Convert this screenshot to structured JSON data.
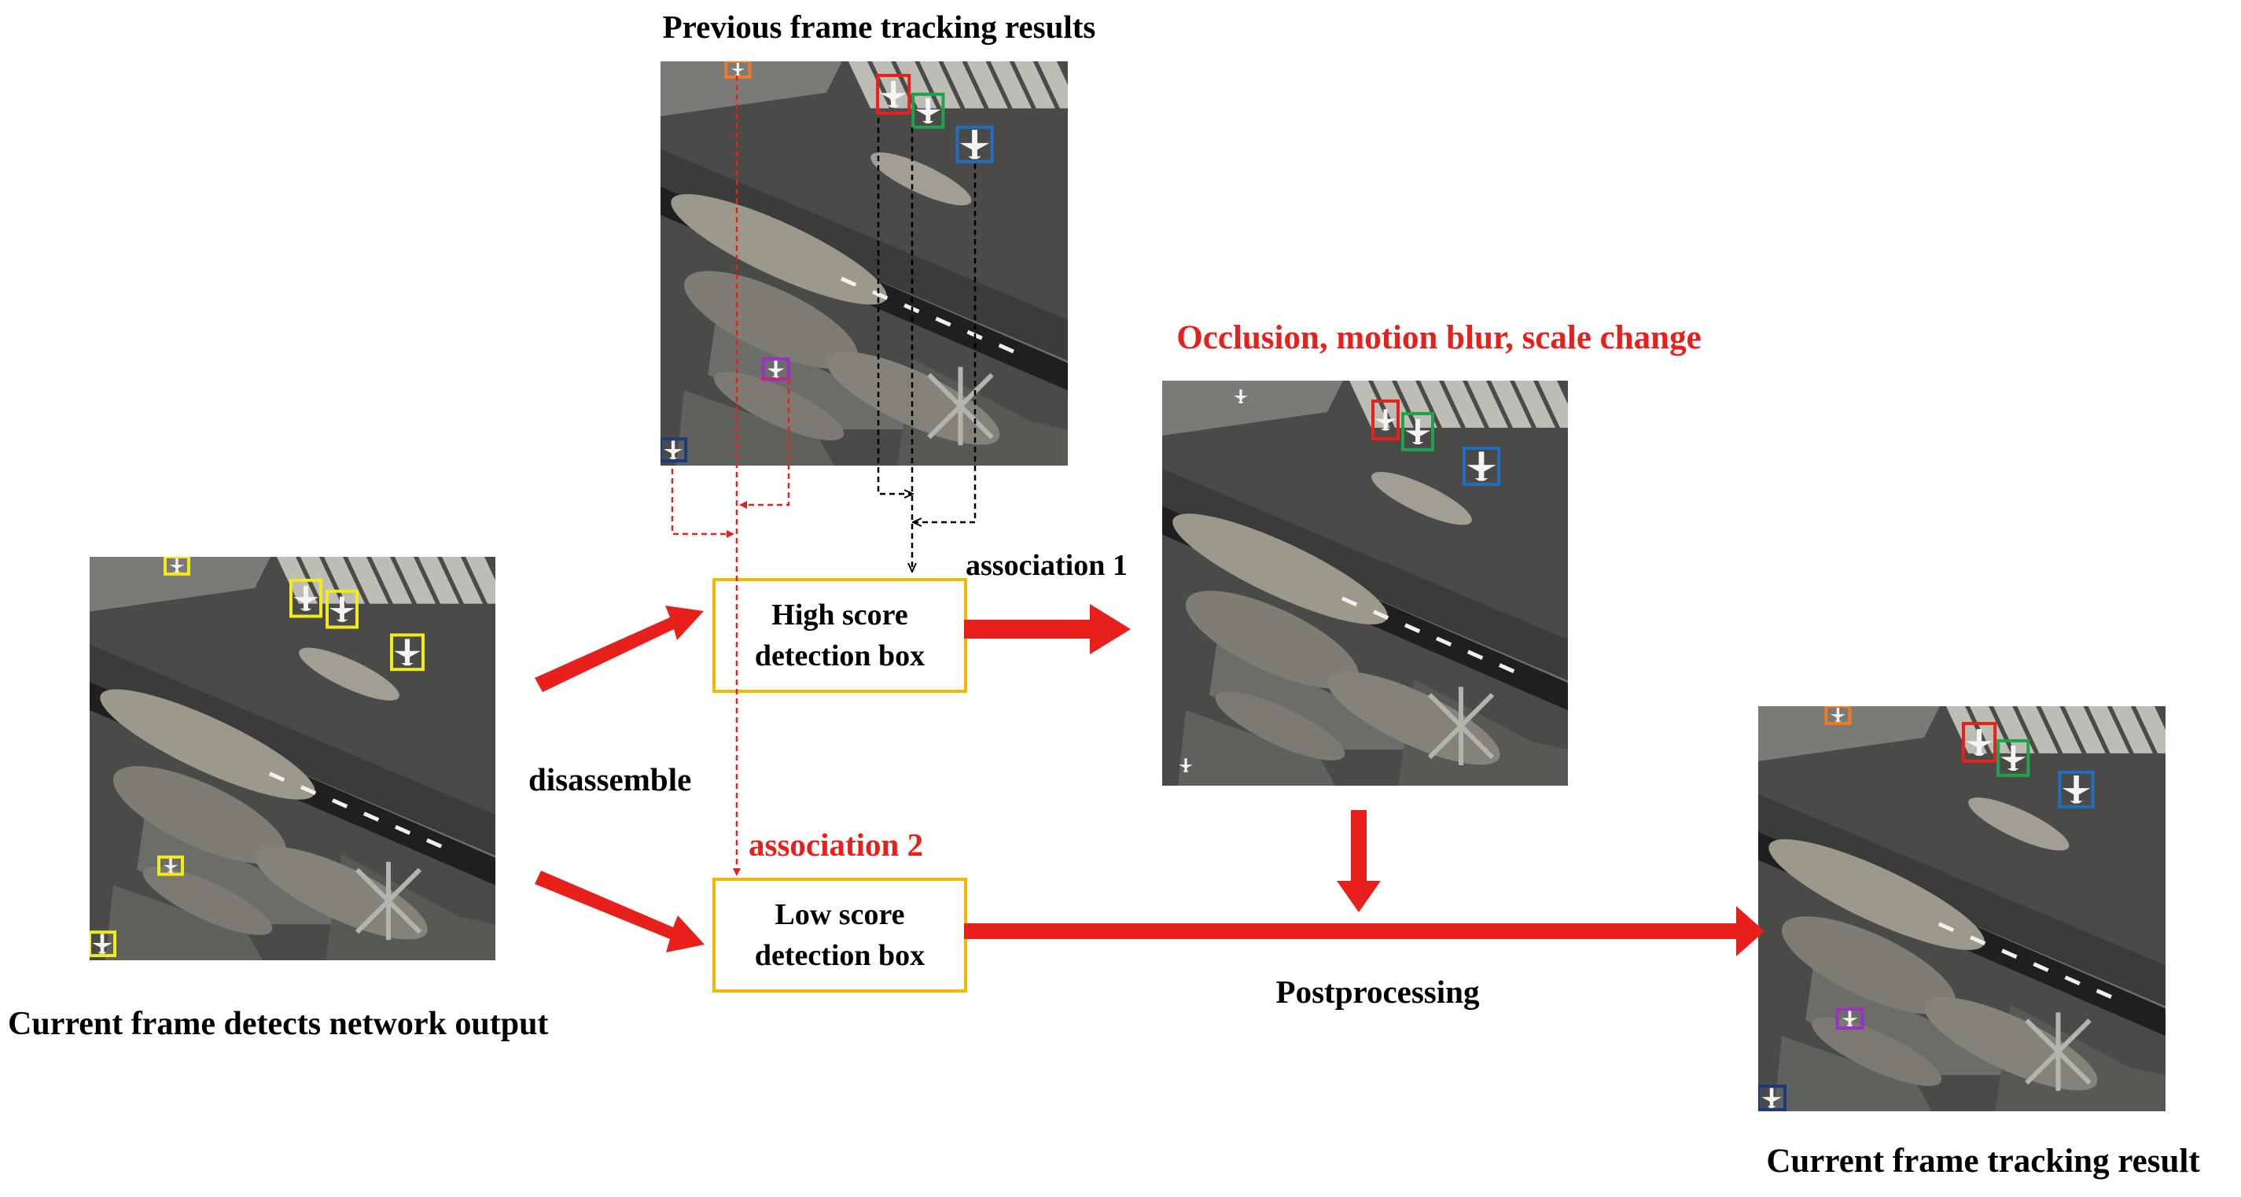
{
  "labels": {
    "previous_frame": "Previous frame tracking results",
    "current_detections": "Current frame detects network output",
    "occlusion": "Occlusion, motion blur, scale change",
    "association_1": "association 1",
    "association_2": "association 2",
    "disassemble": "disassemble",
    "postprocessing": "Postprocessing",
    "current_tracking": "Current frame tracking result"
  },
  "boxes": {
    "high_score": {
      "line1": "High score",
      "line2": "detection box"
    },
    "low_score": {
      "line1": "Low score",
      "line2": "detection box"
    }
  },
  "colors": {
    "accent_red": "#e8201c",
    "box_border": "#f5b800",
    "track_red": "#e8201c",
    "track_green": "#1fa34a",
    "track_blue": "#1f6fc0",
    "track_orange": "#f07a24",
    "track_purple": "#9b30c8",
    "track_navy": "#1d3b7a",
    "detection_yellow": "#f2ea1b"
  }
}
